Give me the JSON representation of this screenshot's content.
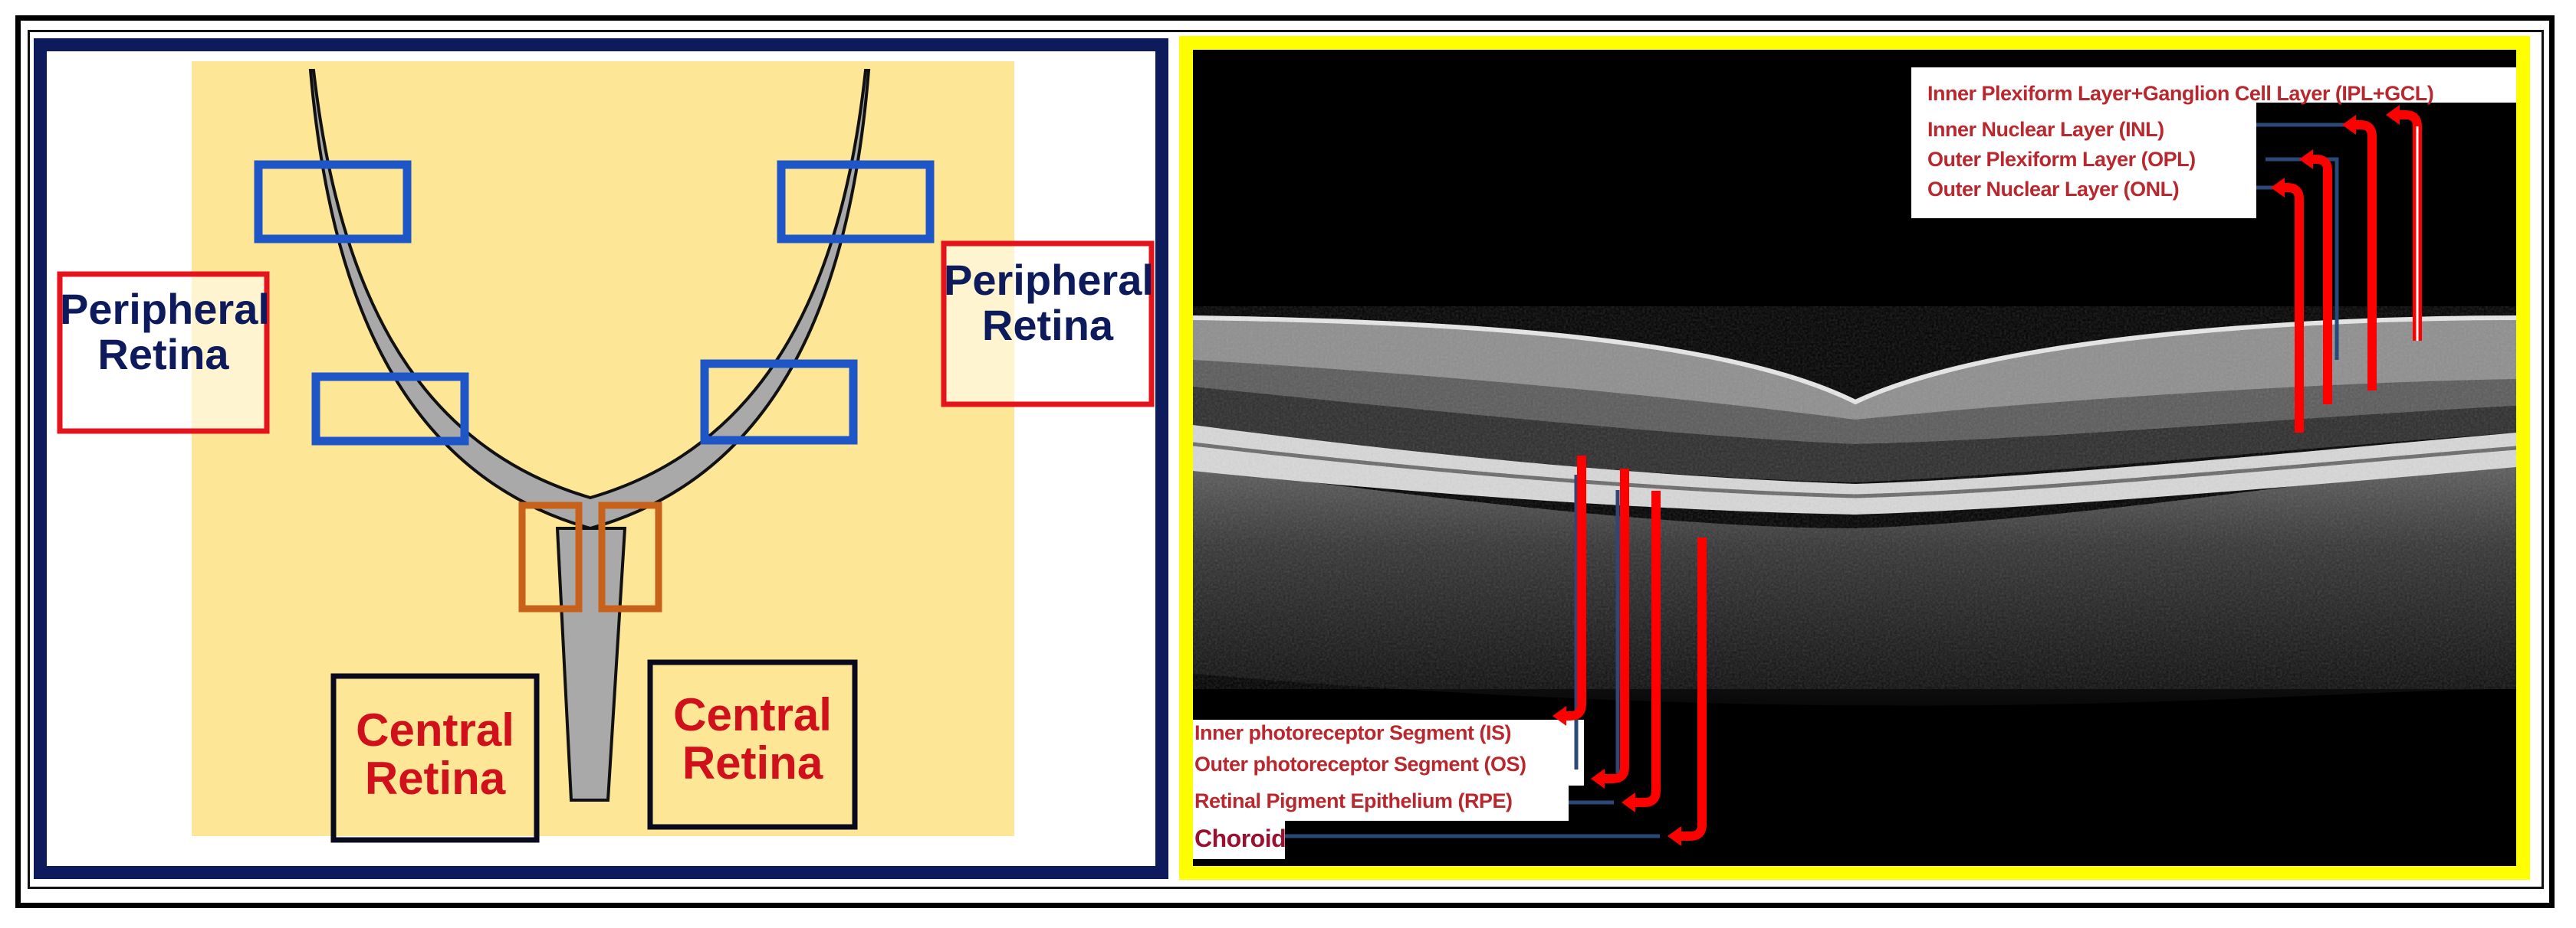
{
  "colors": {
    "outer_border": "#000000",
    "left_frame": "#0d1a5c",
    "right_frame": "#ffff00",
    "diagram_background": "#fde696",
    "retina_gray": "#a9a9a9",
    "peripheral_box": "#e4131c",
    "peripheral_text": "#0d1a5c",
    "central_box": "#0a0a1e",
    "central_text": "#d0101a",
    "blue_box": "#1e56c8",
    "orange_box": "#c8621a",
    "oct_label_text": "#b8282e",
    "arrow_red": "#ff0000",
    "leader_blue": "#2a4878"
  },
  "left_panel": {
    "title": "Retina regions schematic",
    "peripheral_left": {
      "line1": "Peripheral",
      "line2": "Retina"
    },
    "peripheral_right": {
      "line1": "Peripheral",
      "line2": "Retina"
    },
    "central_left": {
      "line1": "Central",
      "line2": "Retina"
    },
    "central_right": {
      "line1": "Central",
      "line2": "Retina"
    },
    "blue_boxes": 4,
    "orange_boxes": 2
  },
  "right_panel": {
    "title": "OCT B-scan of macula",
    "top_labels": [
      "Inner Plexiform Layer+Ganglion Cell Layer (IPL+GCL)",
      "Inner Nuclear Layer (INL)",
      "Outer Plexiform Layer (OPL)",
      "Outer Nuclear Layer (ONL)"
    ],
    "bottom_labels": [
      "Inner photoreceptor Segment (IS)",
      "Outer photoreceptor Segment (OS)",
      "Retinal Pigment Epithelium (RPE)",
      "Choroid"
    ]
  }
}
